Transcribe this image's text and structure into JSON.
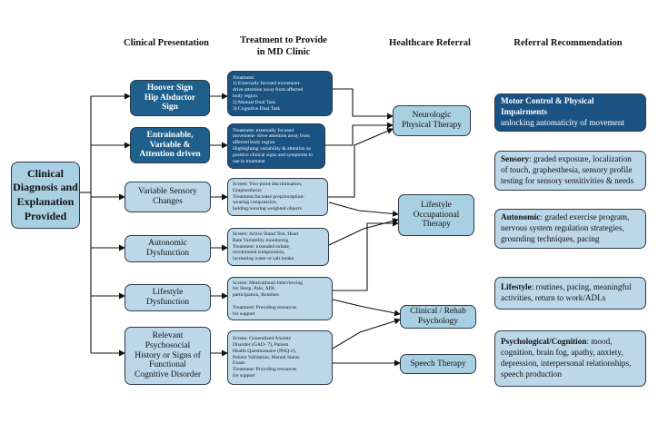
{
  "headers": {
    "presentation": "Clinical Presentation",
    "treatment_line1": "Treatment to Provide",
    "treatment_line2": "in MD Clinic",
    "referral": "Healthcare Referral",
    "recommendation": "Referral Recommendation"
  },
  "root": {
    "line1": "Clinical",
    "line2": "Diagnosis and",
    "line3": "Explanation",
    "line4": "Provided"
  },
  "presentations": [
    {
      "label": "Hoover Sign\nHip Abductor\nSign"
    },
    {
      "label": "Entrainable,\nVariable &\nAttention driven"
    },
    {
      "label": "Variable Sensory\nChanges"
    },
    {
      "label": "Autonomic\nDysfunction"
    },
    {
      "label": "Lifestyle\nDysfunction"
    },
    {
      "label": "Relevant\nPsychosocial\nHistory or Signs of\nFunctional\nCognitive Disorder"
    }
  ],
  "treatments": [
    {
      "text": "Treatment:\n1) Externally focused movement-\ndrive attention away from affected\nbody region.\n2) Manual Dual Task\n3) Cognitive Dual Task"
    },
    {
      "text": "Treatment: externally focused\nmovement- drive attention away from\naffected body region.\nHighlighting variability & attention as\npositive clinical signs and symptoms to\nuse in treatment"
    },
    {
      "text": "Screen: Two-point discrimination,\nGraphesthesia\nTreatment:Increase proprioception-\nwearing compression,\nholding/wearing weighted objects"
    },
    {
      "text": "Screen: Active Stand Test, Heart\nRate Variability monitoring\nTreatment: extended exhale,\nrecommend compression,\nincreasing water or salt intake"
    },
    {
      "text": "Screen: Motivational Interviewing\nfor Sleep, Pain, ADL\nparticipation, Routines\n\nTreatment: Providing resources\nfor support"
    },
    {
      "text": "Screen: Generalized Anxiety\nDisorder (GAD- 7), Patient\nHealth Questionnaire (PHQ-2),\nPatient Validation, Mental Status\nExam\nTreatment: Providing resources\nfor support"
    }
  ],
  "referrals": [
    {
      "label": "Neurologic\nPhysical Therapy"
    },
    {
      "label": "Lifestyle\nOccupational\nTherapy"
    },
    {
      "label": "Clinical / Rehab\nPsychology"
    },
    {
      "label": "Speech Therapy"
    }
  ],
  "recommendations": [
    {
      "key": "Motor Control & Physical Impairments",
      "text": "unlocking automaticity of movement"
    },
    {
      "key": "Sensory",
      "text": ": graded exposure, localization of touch, graphesthesia, sensory profile testing for sensory sensitivities & needs"
    },
    {
      "key": "Autonomic",
      "text": ": graded exercise program, nervous system regulation strategies, grounding techniques, pacing"
    },
    {
      "key": "Lifestyle",
      "text": ": routines, pacing, meaningful activities, return to work/ADLs"
    },
    {
      "key": "Psychological/Cognition",
      "text": ": mood, cognition, brain fog, apathy, anxiety, depression, interpersonal relationships, speech production"
    }
  ]
}
